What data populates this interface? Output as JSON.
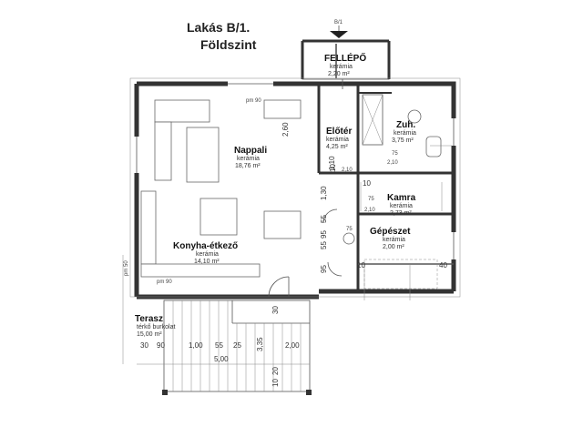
{
  "header": {
    "title": "Lakás B/1.",
    "subtitle": "Földszint"
  },
  "north_marker": "B/1",
  "rooms": {
    "fellepo": {
      "name": "FELLÉPŐ",
      "material": "kerámia",
      "area": "2,20 m²"
    },
    "eloter": {
      "name": "Előtér",
      "material": "kerámia",
      "area": "4,25 m²"
    },
    "zuhany": {
      "name": "Zuh.",
      "material": "kerámia",
      "area": "3,75 m²"
    },
    "nappali": {
      "name": "Nappali",
      "material": "kerámia",
      "area": "18,76 m²"
    },
    "kamra": {
      "name": "Kamra",
      "material": "kerámia",
      "area": "2,73 m²"
    },
    "gepeszet": {
      "name": "Gépészet",
      "material": "kerámia",
      "area": "2,00 m²"
    },
    "konyha": {
      "name": "Konyha-étkező",
      "material": "kerámia",
      "area": "14,10 m²"
    },
    "terasz": {
      "name": "Terasz",
      "material": "térkő burkolat",
      "area": "15,00 m²"
    }
  },
  "labels": {
    "pm90_top": "pm 90",
    "pm90_left": "pm 90",
    "pm50": "pm 50",
    "d260": "2,60",
    "d110": "1,10",
    "d130": "1,30",
    "d210a": "2,10",
    "d210b": "2,10",
    "d210c": "2,10",
    "d75a": "75",
    "d75b": "75",
    "d75c": "75",
    "d55a": "55",
    "d55b": "55",
    "d95a": "95",
    "d95b": "95",
    "d10a": "10",
    "d10b": "10",
    "d10c": "10",
    "d40": "40",
    "d30": "30",
    "d90": "90",
    "d100": "1,00",
    "d55c": "55",
    "d25": "25",
    "d335": "3,35",
    "d200": "2,00",
    "d500": "5,00",
    "d30b": "30",
    "d20": "20",
    "d10d": "10"
  }
}
